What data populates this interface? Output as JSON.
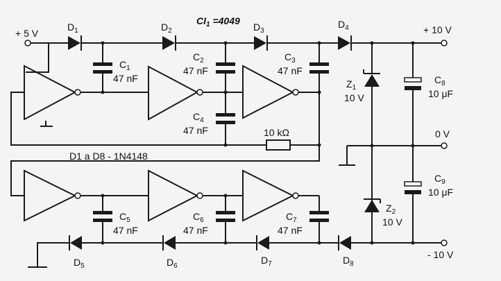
{
  "title": {
    "main": "CI",
    "sub": "1",
    "rest": " =4049"
  },
  "rails": {
    "plus5": "+ 5 V",
    "plus10": "+ 10 V",
    "zero": "0 V",
    "minus10": "- 10 V"
  },
  "note": "D1 a D8 - 1N4148",
  "resistor": "10 kΩ",
  "diodes": [
    {
      "name": "D",
      "sub": "1"
    },
    {
      "name": "D",
      "sub": "2"
    },
    {
      "name": "D",
      "sub": "3"
    },
    {
      "name": "D",
      "sub": "4"
    },
    {
      "name": "D",
      "sub": "5"
    },
    {
      "name": "D",
      "sub": "6"
    },
    {
      "name": "D",
      "sub": "7"
    },
    {
      "name": "D",
      "sub": "8"
    }
  ],
  "caps": [
    {
      "name": "C",
      "sub": "1",
      "value": "47 nF"
    },
    {
      "name": "C",
      "sub": "2",
      "value": "47 nF"
    },
    {
      "name": "C",
      "sub": "3",
      "value": "47 nF"
    },
    {
      "name": "C",
      "sub": "4",
      "value": "47 nF"
    },
    {
      "name": "C",
      "sub": "5",
      "value": "47 nF"
    },
    {
      "name": "C",
      "sub": "6",
      "value": "47 nF"
    },
    {
      "name": "C",
      "sub": "7",
      "value": "47 nF"
    },
    {
      "name": "C",
      "sub": "8",
      "value": "10 μF"
    },
    {
      "name": "C",
      "sub": "9",
      "value": "10 μF"
    }
  ],
  "zeners": [
    {
      "name": "Z",
      "sub": "1",
      "value": "10 V"
    },
    {
      "name": "Z",
      "sub": "2",
      "value": "10 V"
    }
  ]
}
